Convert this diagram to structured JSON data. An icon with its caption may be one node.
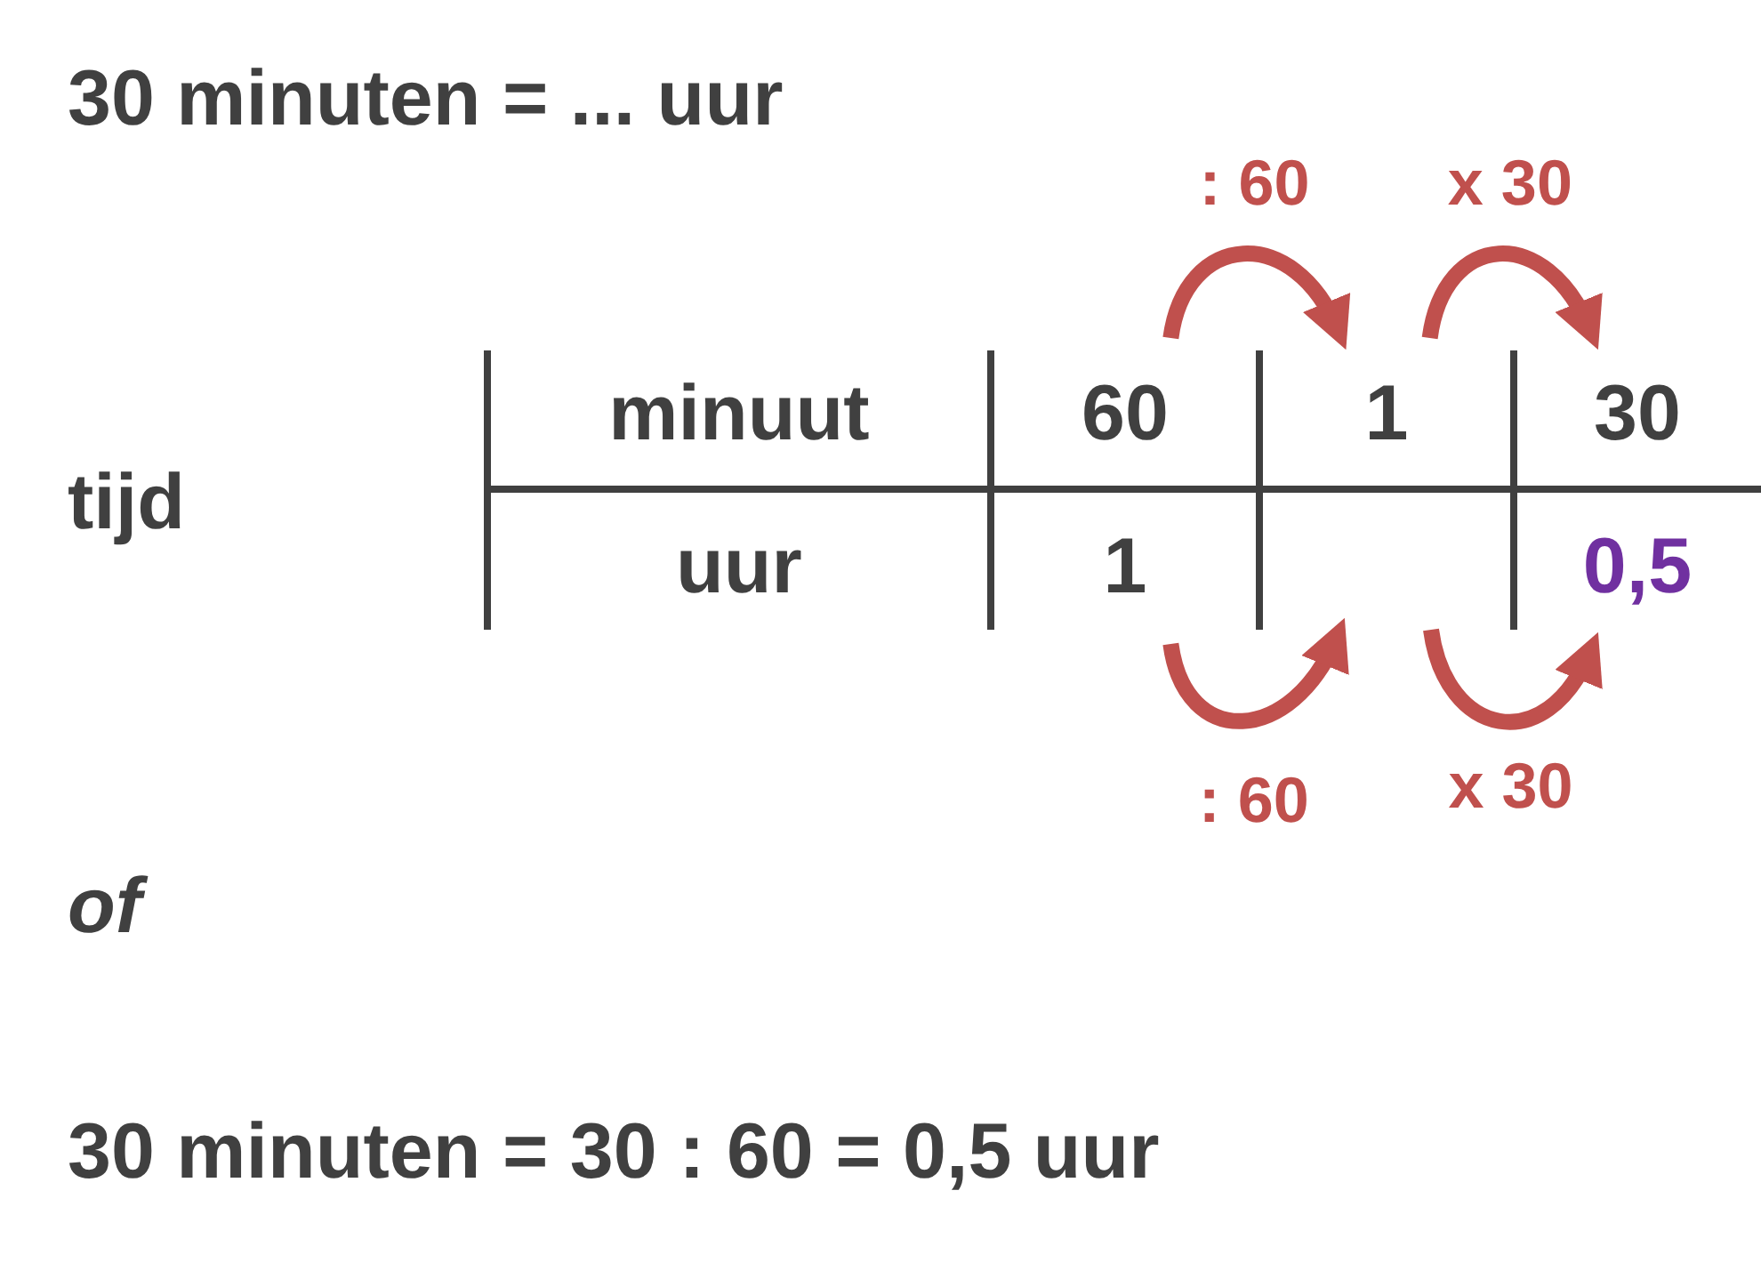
{
  "diagram": {
    "title": "30 minuten = ... uur",
    "nodes": [
      {
        "text": [
          "minuut"
        ]
      },
      {
        "text": [
          "60"
        ]
      },
      {
        "text": [
          "1"
        ]
      },
      {
        "text": [
          "30"
        ]
      },
      {
        "text": [
          "uur"
        ]
      },
      {
        "text": [
          "1"
        ]
      },
      {
        "text": [],
        "shape": "box"
      },
      {
        "text": [
          "0,5"
        ]
      }
    ],
    "edges": [
      {
        "from": 1,
        "to": 2,
        "arrow": "to",
        "label": ": 60"
      },
      {
        "from": 2,
        "to": 3,
        "arrow": "to",
        "label": "x 30"
      },
      {
        "from": 5,
        "to": 6,
        "arrow": "to",
        "label": ": 60"
      },
      {
        "from": 6,
        "to": 7,
        "arrow": "to",
        "label": "x 30"
      }
    ],
    "labels": [
      "tijd",
      "of",
      "30 minuten = 30 : 60 = 0,5 uur"
    ]
  }
}
